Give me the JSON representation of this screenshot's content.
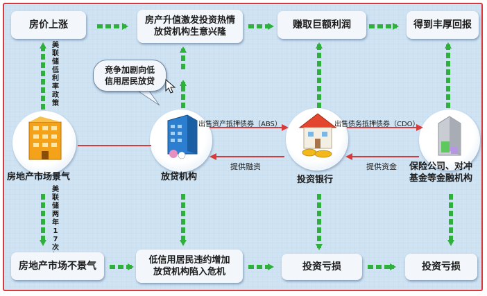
{
  "colors": {
    "border": "#d8393b",
    "background": "#cfe3f3",
    "green": "#2faf3c",
    "red": "#d8393b",
    "box": "#f3f7fb"
  },
  "top_row": {
    "house_price_rise": "房价上涨",
    "property_appreciation": "房产升值激发投资热情\n放贷机构生意兴隆",
    "huge_profit": "赚取巨额利润",
    "rich_return": "得到丰厚回报"
  },
  "callout": "竞争加剧向低\n信用居民放贷",
  "middle_row": {
    "market_boom": "房地产市场景气",
    "lender": "放贷机构",
    "investment_bank": "投资银行",
    "insurers": "保险公司、对冲\n基金等金融机构"
  },
  "flows": {
    "sell_abs": "出售资产抵押债券（ABS）",
    "sell_cdo": "出售债务抵押债券（CDO）",
    "provide_financing": "提供融资",
    "provide_funds": "提供资金"
  },
  "vertical_notes": {
    "fed_rate_cut": "美联储低利率政策",
    "fed_hikes": "美联储两年17次加息"
  },
  "bottom_row": {
    "market_slump": "房地产市场不景气",
    "low_credit_default": "低信用居民违约增加\n放贷机构陷入危机",
    "investment_loss_1": "投资亏损",
    "investment_loss_2": "投资亏损"
  },
  "icons": [
    "building-icon",
    "lender-building-icon",
    "bank-house-icon",
    "insurance-tower-icon",
    "cursor-icon"
  ]
}
